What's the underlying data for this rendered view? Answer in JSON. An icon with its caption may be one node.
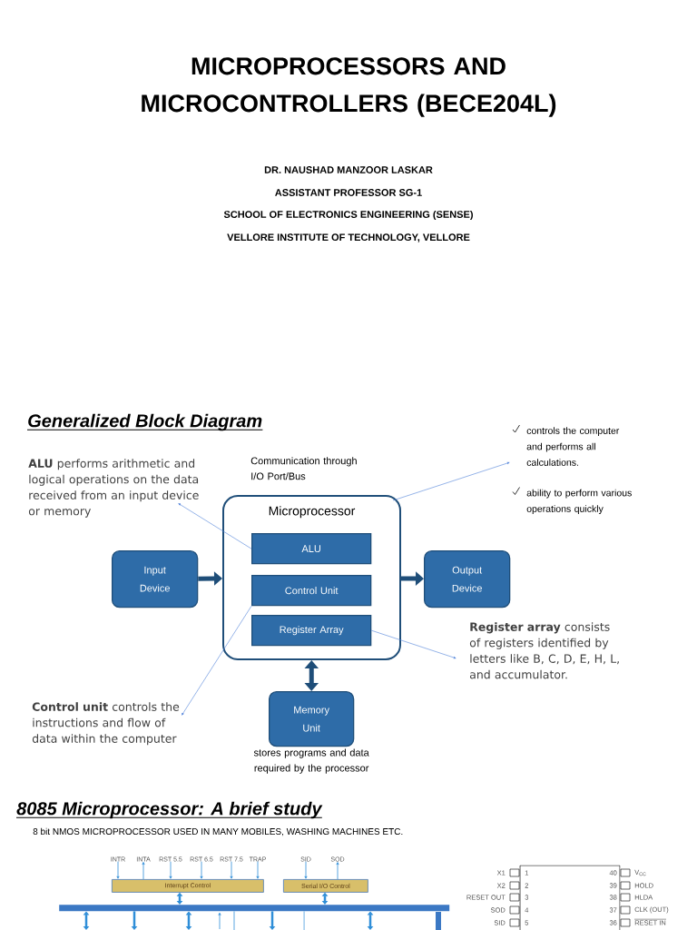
{
  "diagram": {
    "title": "MICROPROCESSORS AND MICROCONTROLLERS (BECE204L)",
    "nodes": [
      {
        "text": [
          "Microprocessor"
        ]
      },
      {
        "text": [
          "ALU"
        ],
        "in": 0
      },
      {
        "text": [
          "Control Unit"
        ],
        "in": 0
      },
      {
        "text": [
          "Register Array"
        ],
        "in": 0
      },
      {
        "text": [
          "Input Device"
        ]
      },
      {
        "text": [
          "Output Device"
        ]
      },
      {
        "text": [
          "Memory Unit"
        ],
        "beside": [
          "stores programs and data required by the processor"
        ]
      },
      {
        "text": [
          "**ALU** performs arithmetic and logical operations on the data received from an input device or memory"
        ]
      },
      {
        "text": [
          "**Control unit** controls the instructions and flow of data within the computer"
        ]
      },
      {
        "text": [
          "**Register array** consists of registers identified by letters like B, C, D, E, H, L, and accumulator."
        ]
      },
      {
        "text": [
          "controls the computer and performs all calculations.",
          "ability to perform various operations quickly"
        ]
      },
      {
        "text": [
          "Interrupt Control"
        ]
      },
      {
        "text": [
          "Serial I/O Control"
        ]
      },
      {
        "text": [],
        "shape": "bar"
      },
      {
        "text": [
          "INTR"
        ]
      },
      {
        "text": [
          "INTA"
        ]
      },
      {
        "text": [
          "RST 5.5"
        ]
      },
      {
        "text": [
          "RST 6.5"
        ]
      },
      {
        "text": [
          "RST 7.5"
        ]
      },
      {
        "text": [
          "TRAP"
        ]
      },
      {
        "text": [
          "SID"
        ]
      },
      {
        "text": [
          "SOD"
        ]
      }
    ],
    "edges": [
      {
        "from": 4,
        "to": 0,
        "arrow": "to",
        "style": "thick",
        "color": "#1f4e79"
      },
      {
        "from": 0,
        "to": 5,
        "arrow": "to",
        "style": "thick",
        "color": "#1f4e79"
      },
      {
        "from": 0,
        "to": 6,
        "arrow": "both",
        "style": "thick",
        "color": "#1f4e79"
      },
      {
        "from": 1,
        "to": 7,
        "arrow": "to",
        "color": "#4f81d9"
      },
      {
        "from": 2,
        "to": 8,
        "arrow": "to",
        "color": "#4f81d9"
      },
      {
        "from": 3,
        "to": 9,
        "arrow": "to",
        "color": "#4f81d9"
      },
      {
        "from": 0,
        "to": 10,
        "arrow": "to",
        "color": "#4f81d9"
      },
      {
        "from": 14,
        "to": 11,
        "arrow": "to"
      },
      {
        "from": 11,
        "to": 15,
        "arrow": "to"
      },
      {
        "from": 16,
        "to": 11,
        "arrow": "to"
      },
      {
        "from": 17,
        "to": 11,
        "arrow": "to"
      },
      {
        "from": 18,
        "to": 11,
        "arrow": "to"
      },
      {
        "from": 19,
        "to": 11,
        "arrow": "to"
      },
      {
        "from": 20,
        "to": 12,
        "arrow": "to"
      },
      {
        "from": 12,
        "to": 21,
        "arrow": "to"
      },
      {
        "from": 11,
        "to": 13,
        "arrow": "both",
        "style": "thick"
      },
      {
        "from": 12,
        "to": 13,
        "arrow": "both",
        "style": "thick"
      },
      {
        "from": 13,
        "to": null,
        "arrow": "both",
        "style": "thick"
      },
      {
        "from": 13,
        "to": null,
        "arrow": "to",
        "style": "thick"
      },
      {
        "from": 13,
        "to": null,
        "arrow": "both",
        "style": "thick"
      },
      {
        "from": null,
        "to": 13,
        "arrow": "to"
      },
      {
        "from": 13,
        "to": null,
        "arrow": "none"
      },
      {
        "from": 13,
        "to": null,
        "arrow": "to",
        "style": "thick"
      },
      {
        "from": 13,
        "to": null,
        "arrow": "none"
      },
      {
        "from": 13,
        "to": null,
        "arrow": "both",
        "style": "thick"
      }
    ],
    "labels": [
      "DR. NAUSHAD MANZOOR LASKAR",
      "ASSISTANT PROFESSOR SG-1",
      "SCHOOL OF ELECTRONICS ENGINEERING (SENSE)",
      "VELLORE INSTITUTE OF TECHNOLOGY, VELLORE",
      "Generalized Block Diagram",
      "Communication through I/O Port/Bus",
      "8085 Microprocessor: A brief study",
      "8 bit NMOS MICROPROCESSOR USED IN MANY MOBILES, WASHING MACHINES ETC.",
      "X1",
      "1",
      "40",
      "V$_{CC}$",
      "X2",
      "2",
      "39",
      "HOLD",
      "RESET OUT",
      "3",
      "38",
      "HLDA",
      "SOD",
      "4",
      "37",
      "CLK (OUT)",
      "SID",
      "5",
      "36",
      "RESET IN"
    ]
  }
}
